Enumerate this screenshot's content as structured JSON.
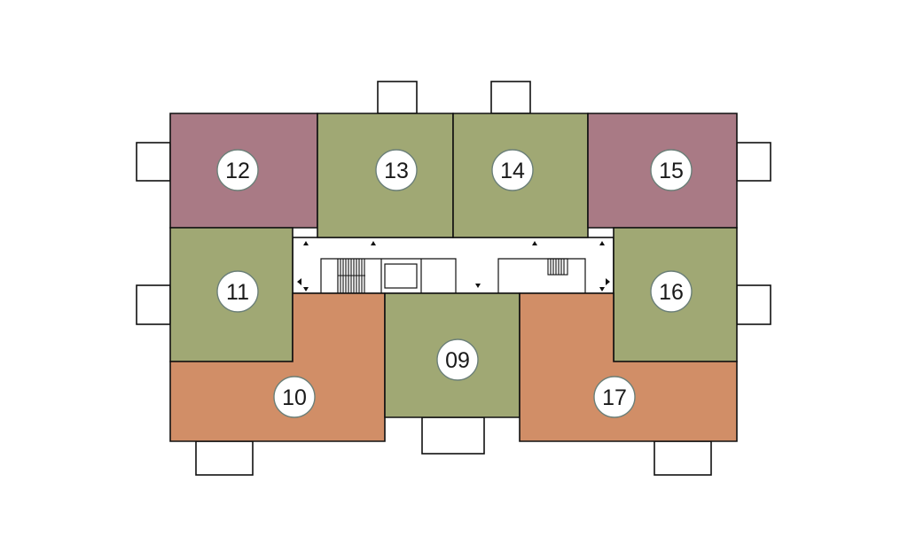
{
  "colors": {
    "green": "#a0a874",
    "mauve": "#a97a85",
    "orange": "#d18e67",
    "corridor": "#ffffff"
  },
  "units": [
    {
      "id": "12",
      "label": "12",
      "color": "mauve"
    },
    {
      "id": "13",
      "label": "13",
      "color": "green"
    },
    {
      "id": "14",
      "label": "14",
      "color": "green"
    },
    {
      "id": "15",
      "label": "15",
      "color": "mauve"
    },
    {
      "id": "11",
      "label": "11",
      "color": "green"
    },
    {
      "id": "16",
      "label": "16",
      "color": "green"
    },
    {
      "id": "10",
      "label": "10",
      "color": "orange"
    },
    {
      "id": "09",
      "label": "09",
      "color": "green"
    },
    {
      "id": "17",
      "label": "17",
      "color": "orange"
    }
  ]
}
